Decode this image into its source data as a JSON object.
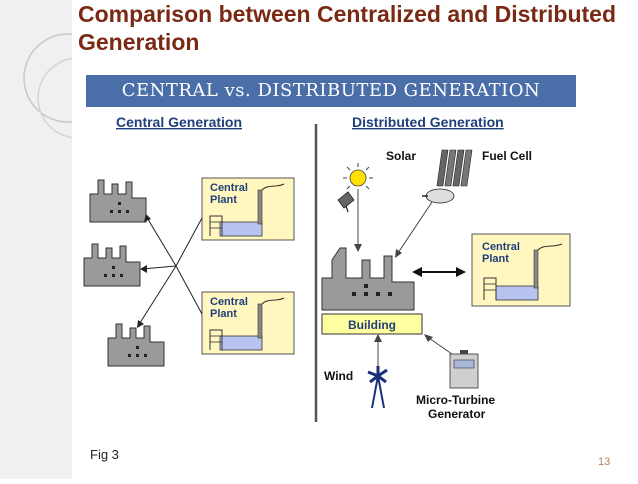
{
  "slide": {
    "title": "Comparison between Centralized and Distributed Generation",
    "figure_label": "Fig 3",
    "page_number": "13"
  },
  "diagram": {
    "banner": "CENTRAL vs. DISTRIBUTED GENERATION",
    "left_heading": "Central Generation",
    "right_heading": "Distributed Generation",
    "central_plant_line1": "Central",
    "central_plant_line2": "Plant",
    "solar_label": "Solar",
    "fuel_cell_label": "Fuel Cell",
    "building_label": "Building",
    "wind_label": "Wind",
    "micro_turbine_line1": "Micro-Turbine",
    "micro_turbine_line2": "Generator"
  },
  "colors": {
    "title": "#7a2a14",
    "banner_bg": "#4a6fa8",
    "plant_box_bg": "#fff6c0",
    "building_label_bg": "#ffffa0",
    "heading": "#1f3f7a"
  }
}
